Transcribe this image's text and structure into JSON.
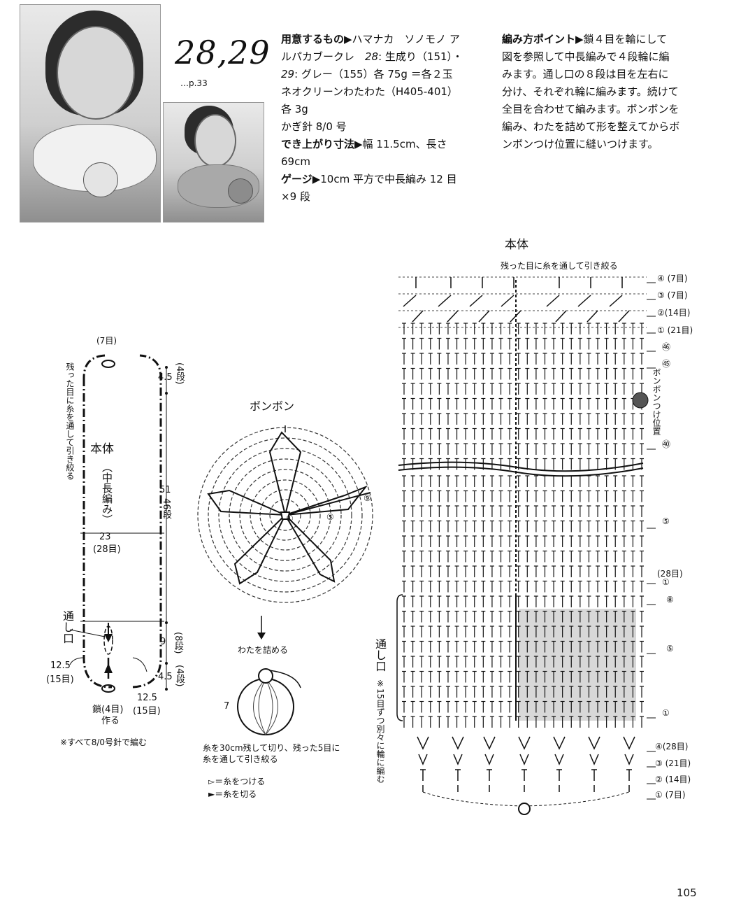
{
  "header": {
    "model_numbers": "28,29",
    "page_ref": "…p.33"
  },
  "materials": {
    "label": "用意するもの▶",
    "line1_rest": "ハマナカ　ソノモノ ア",
    "line2_a": "ルパカブークレ　",
    "color28_num": "28",
    "color28_text": ": 生成り（151）・",
    "color29_num": "29",
    "color29_text": ": グレー（155）各 75g ＝各２玉",
    "line4": "ネオクリーンわたわた（H405-401）",
    "line5": "各 3g",
    "line6": "かぎ針 8/0 号",
    "size_label": "でき上がり寸法▶",
    "size_text": "幅 11.5cm、長さ",
    "size_text2": "69cm",
    "gauge_label": "ゲージ▶",
    "gauge_text": "10cm 平方で中長編み 12 目",
    "gauge_text2": "×9 段"
  },
  "points": {
    "label": "編み方ポイント▶",
    "line1": "鎖４目を輪にして",
    "line2": "図を参照して中長編みで４段輪に編",
    "line3": "みます。通し口の８段は目を左右に",
    "line4": "分け、それぞれ輪に編みます。続けて",
    "line5": "全目を合わせて編みます。ボンボンを",
    "line6": "編み、わたを詰めて形を整えてからボ",
    "line7": "ンボンつけ位置に縫いつけます。"
  },
  "schematic": {
    "top_count": "(7目)",
    "side_note": "残った目に糸を通して引き絞る",
    "body_label": "本体",
    "stitch_label": "（中長編み）",
    "width_cm": "23",
    "width_st": "(28目)",
    "opening_label": "通し口",
    "left_cm": "12.5",
    "left_st": "(15目)",
    "right_cm": "12.5",
    "right_st": "(15目)",
    "chain_label": "鎖(4目)",
    "chain_label2": "作る",
    "dim_top_cm": "4.5",
    "dim_top_rows": "(4段)",
    "dim_main_cm": "51",
    "dim_main_rows": "46段",
    "dim_open_cm": "9",
    "dim_open_rows": "(8段)",
    "dim_bot_cm": "4.5",
    "dim_bot_rows": "(4段)",
    "hook_note": "※すべて8/0号針で編む"
  },
  "pompom": {
    "title": "ボンボン",
    "rnd1": "①",
    "rnd5": "⑤",
    "rnd9": "⑨",
    "stuff_label": "わたを詰める",
    "count7": "7",
    "note1": "糸を30cm残して切り、残った5目に",
    "note2": "糸を通して引き絞る",
    "legend_attach": "＝糸をつける",
    "legend_cut": "＝糸を切る"
  },
  "chart": {
    "title": "本体",
    "top_note": "残った目に糸を通して引き絞る",
    "top_rows": [
      "④ (7目)",
      "③ (7目)",
      "②(14目)",
      "① (21目)"
    ],
    "row46": "㊻",
    "row45": "㊺",
    "pompom_pos": "ボンボンつけ位置",
    "row40": "㊵",
    "row5": "⑤",
    "count28": "(28目)",
    "row1": "①",
    "open_row8": "⑧",
    "open_row5": "⑤",
    "open_row1": "①",
    "opening_label": "通し口",
    "opening_note": "※15目ずつ別々に輪に編む",
    "bottom_rows": [
      "④(28目)",
      "③ (21目)",
      "② (14目)",
      "① (7目)"
    ]
  },
  "page_number": "105"
}
